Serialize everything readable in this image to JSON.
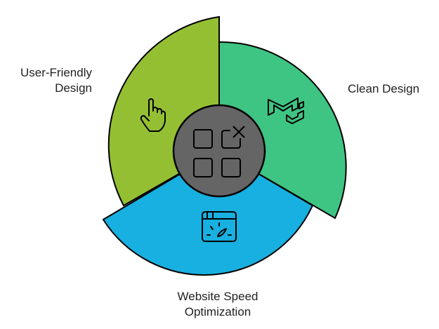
{
  "segments": [
    {
      "label_line1": "User-Friendly",
      "label_line2": "Design",
      "color": "#95BF33",
      "icon": "pointing-hand-icon"
    },
    {
      "label_line1": "Clean Design",
      "color": "#3EC483",
      "icon": "material-ui-logo-icon"
    },
    {
      "label_line1": "Website Speed",
      "label_line2": "Optimization",
      "color": "#17B0E0",
      "icon": "browser-speedometer-icon"
    }
  ],
  "center": {
    "color": "#656565",
    "icon": "apps-grid-close-icon"
  }
}
